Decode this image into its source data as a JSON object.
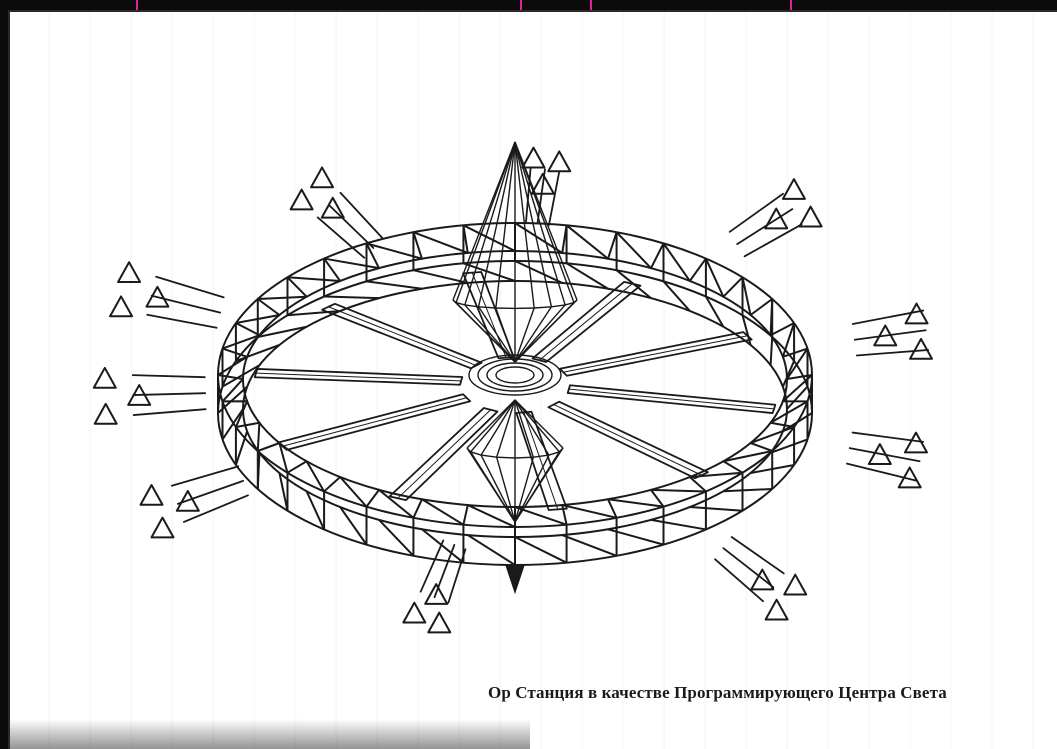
{
  "caption": "Ор Станция в качестве Программирующего Центра Света",
  "colors": {
    "background": "#0b0b0b",
    "paper": "#ffffff",
    "ink": "#1a1a1a",
    "accent": "#e020a0"
  },
  "icons": {
    "arrow_marker": "triangle-outline",
    "center_point": "cone"
  }
}
